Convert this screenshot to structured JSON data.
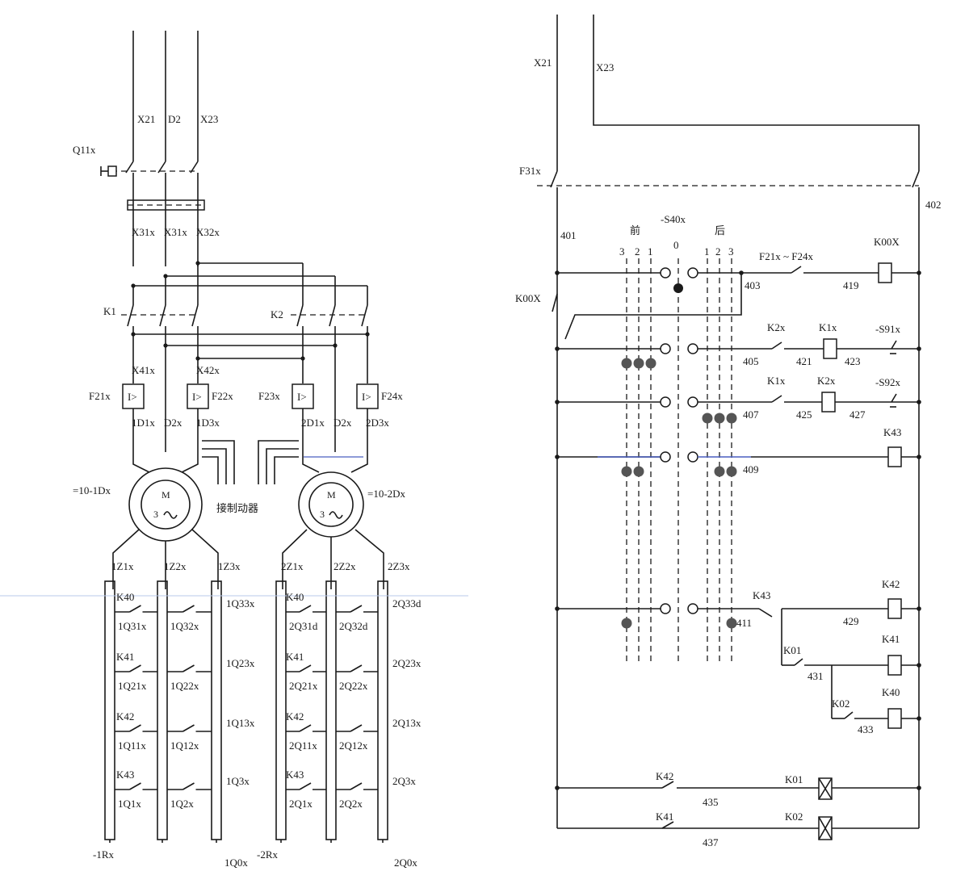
{
  "left": {
    "busbars": [
      "X21",
      "D2",
      "X23"
    ],
    "main_breaker": "Q11x",
    "breaker_outputs": [
      "X31x",
      "X31x",
      "X32x"
    ],
    "contactors": [
      "K1",
      "K2"
    ],
    "lines_k1": [
      "X41x",
      "X42x"
    ],
    "fuses": [
      "F21x",
      "F22x",
      "F23x",
      "F24x"
    ],
    "motor1_lines": [
      "1D1x",
      "D2x",
      "1D3x"
    ],
    "motor2_lines": [
      "2D1x",
      "D2x",
      "2D3x"
    ],
    "motor1_tag": "=10-1Dx",
    "motor2_tag": "=10-2Dx",
    "motor_symbol": "M",
    "motor_phase": "3",
    "brake_label": "接制动器",
    "motor1_windings": [
      "1Z1x",
      "1Z2x",
      "1Z3x"
    ],
    "motor2_windings": [
      "2Z1x",
      "2Z2x",
      "2Z3x"
    ],
    "steps_1": [
      {
        "k": "K40",
        "labels": [
          "1Q31x",
          "1Q32x",
          "1Q33x"
        ]
      },
      {
        "k": "K41",
        "labels": [
          "1Q21x",
          "1Q22x",
          "1Q23x"
        ]
      },
      {
        "k": "K42",
        "labels": [
          "1Q11x",
          "1Q12x",
          "1Q13x"
        ]
      },
      {
        "k": "K43",
        "labels": [
          "1Q1x",
          "1Q2x",
          "1Q3x"
        ]
      }
    ],
    "steps_2": [
      {
        "k": "K40",
        "labels": [
          "2Q31d",
          "2Q32d",
          "2Q33d"
        ]
      },
      {
        "k": "K41",
        "labels": [
          "2Q21x",
          "2Q22x",
          "2Q23x"
        ]
      },
      {
        "k": "K42",
        "labels": [
          "2Q11x",
          "2Q12x",
          "2Q13x"
        ]
      },
      {
        "k": "K43",
        "labels": [
          "2Q1x",
          "2Q2x",
          "2Q3x"
        ]
      }
    ],
    "resistor1": "-1Rx",
    "resistor1_node": "1Q0x",
    "resistor2": "-2Rx",
    "resistor2_node": "2Q0x"
  },
  "right": {
    "rail_left": "X21",
    "rail_right": "X23",
    "breaker": "F31x",
    "node_401": "401",
    "node_402": "402",
    "switch": "-S40x",
    "forward": "前",
    "backward": "后",
    "zero": "0",
    "fwd_positions": [
      "3",
      "2",
      "1"
    ],
    "bwd_positions": [
      "1",
      "2",
      "3"
    ],
    "main_relay": "K00X",
    "main_contact": "K00X",
    "fuse_contacts": "F21x ~ F24x",
    "nodes": [
      "403",
      "405",
      "407",
      "409",
      "411",
      "419",
      "421",
      "423",
      "425",
      "427",
      "429",
      "431",
      "433",
      "435",
      "437"
    ],
    "row405": {
      "contact": "K2x",
      "coil": "K1x",
      "limit": "-S91x"
    },
    "row407": {
      "contact": "K1x",
      "coil": "K2x",
      "limit": "-S92x"
    },
    "row409": {
      "coil": "K43"
    },
    "row411": {
      "contact": "K43",
      "coil": "K42"
    },
    "row431": {
      "contact": "K01",
      "coil": "K41"
    },
    "row433": {
      "contact": "K02",
      "coil": "K40"
    },
    "row435": {
      "contact": "K42",
      "coil": "K01"
    },
    "row437": {
      "contact": "K41",
      "coil": "K02"
    }
  }
}
